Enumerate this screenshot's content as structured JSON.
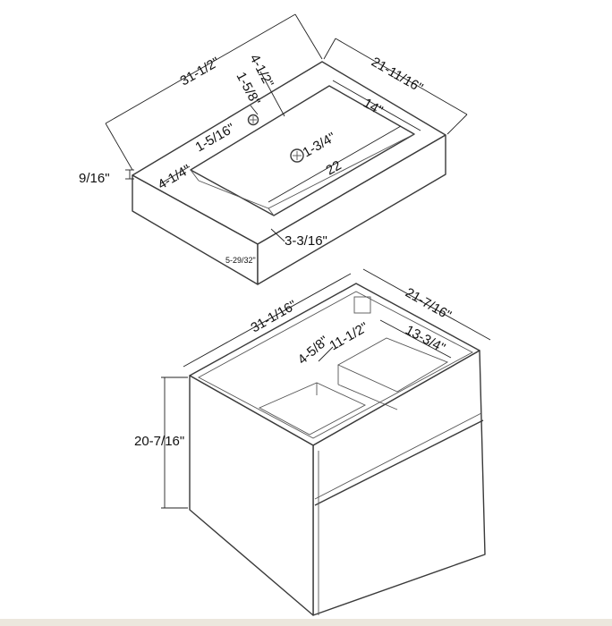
{
  "sink": {
    "length": "31-1/2\"",
    "width": "21-11/16\"",
    "top_margin": "4-1/2\"",
    "drain_offset": "1-5/8\"",
    "drain_diameter": "1-5/16\"",
    "left_margin": "4-1/4\"",
    "center_drain": "1-3/4\"",
    "basin_width": "14\"",
    "basin_length": "22",
    "front_margin": "3-3/16\"",
    "edge_thickness": "9/16\"",
    "height": "5-29/32\""
  },
  "cabinet": {
    "length": "31-1/16\"",
    "width": "21-7/16\"",
    "gap": "4-5/8\"",
    "upper_drawer_depth": "11-1/2\"",
    "upper_drawer_width": "13-3/4\"",
    "height": "20-7/16\""
  },
  "colors": {
    "line": "#3a3a3a",
    "text": "#111111",
    "footer_strip": "#ece7dd"
  }
}
